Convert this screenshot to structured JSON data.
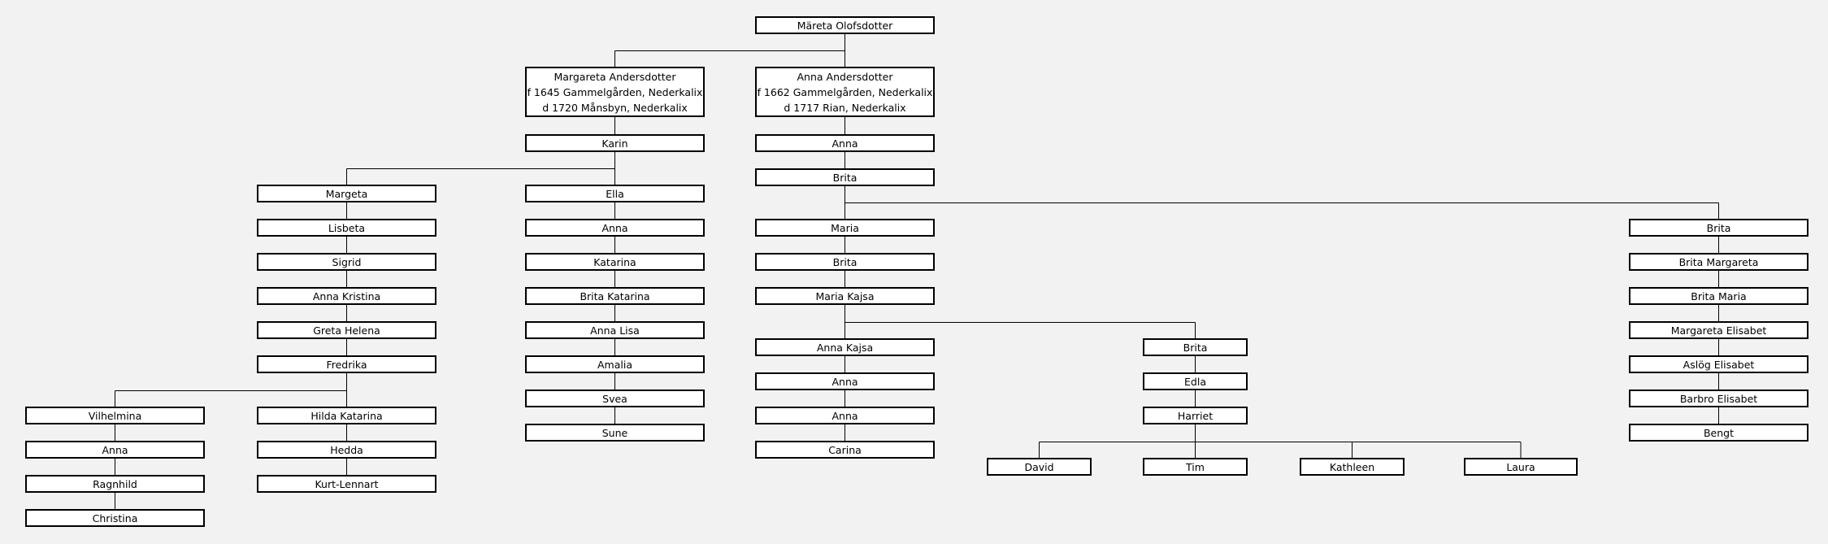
{
  "colors": {
    "background": "#f2f2f2",
    "box_fill": "#ffffff",
    "box_border": "#000000",
    "line": "#000000"
  },
  "people": {
    "mareta": {
      "lines": [
        "Märeta Olofsdotter"
      ]
    },
    "margaretaA": {
      "lines": [
        "Margareta Andersdotter",
        "f 1645 Gammelgården, Nederkalix",
        "d 1720 Månsbyn, Nederkalix"
      ]
    },
    "annaA": {
      "lines": [
        "Anna Andersdotter",
        "f 1662 Gammelgården, Nederkalix",
        "d 1717 Rian, Nederkalix"
      ]
    },
    "karin": {
      "lines": [
        "Karin"
      ]
    },
    "margeta": {
      "lines": [
        "Margeta"
      ]
    },
    "lisbeta": {
      "lines": [
        "Lisbeta"
      ]
    },
    "sigrid": {
      "lines": [
        "Sigrid"
      ]
    },
    "annaKristina": {
      "lines": [
        "Anna Kristina"
      ]
    },
    "gretaHelena": {
      "lines": [
        "Greta Helena"
      ]
    },
    "fredrika": {
      "lines": [
        "Fredrika"
      ]
    },
    "vilhelmina": {
      "lines": [
        "Vilhelmina"
      ]
    },
    "annaV": {
      "lines": [
        "Anna"
      ]
    },
    "ragnhild": {
      "lines": [
        "Ragnhild"
      ]
    },
    "christina": {
      "lines": [
        "Christina"
      ]
    },
    "hildaKatarina": {
      "lines": [
        "Hilda Katarina"
      ]
    },
    "hedda": {
      "lines": [
        "Hedda"
      ]
    },
    "kurtLennart": {
      "lines": [
        "Kurt-Lennart"
      ]
    },
    "ella": {
      "lines": [
        "Ella"
      ]
    },
    "annaE": {
      "lines": [
        "Anna"
      ]
    },
    "katarina": {
      "lines": [
        "Katarina"
      ]
    },
    "britaKatarina": {
      "lines": [
        "Brita Katarina"
      ]
    },
    "annaLisa": {
      "lines": [
        "Anna Lisa"
      ]
    },
    "amalia": {
      "lines": [
        "Amalia"
      ]
    },
    "svea": {
      "lines": [
        "Svea"
      ]
    },
    "sune": {
      "lines": [
        "Sune"
      ]
    },
    "annaR": {
      "lines": [
        "Anna"
      ]
    },
    "britaR": {
      "lines": [
        "Brita"
      ]
    },
    "maria": {
      "lines": [
        "Maria"
      ]
    },
    "britaM": {
      "lines": [
        "Brita"
      ]
    },
    "mariaKajsa": {
      "lines": [
        "Maria Kajsa"
      ]
    },
    "annaKajsa": {
      "lines": [
        "Anna Kajsa"
      ]
    },
    "annaK1": {
      "lines": [
        "Anna"
      ]
    },
    "annaK2": {
      "lines": [
        "Anna"
      ]
    },
    "carina": {
      "lines": [
        "Carina"
      ]
    },
    "britaMK": {
      "lines": [
        "Brita"
      ]
    },
    "edla": {
      "lines": [
        "Edla"
      ]
    },
    "harriet": {
      "lines": [
        "Harriet"
      ]
    },
    "david": {
      "lines": [
        "David"
      ]
    },
    "tim": {
      "lines": [
        "Tim"
      ]
    },
    "kathleen": {
      "lines": [
        "Kathleen"
      ]
    },
    "laura": {
      "lines": [
        "Laura"
      ]
    },
    "britaF": {
      "lines": [
        "Brita"
      ]
    },
    "britaMargareta": {
      "lines": [
        "Brita Margareta"
      ]
    },
    "britaMaria": {
      "lines": [
        "Brita Maria"
      ]
    },
    "margaretaElisabet": {
      "lines": [
        "Margareta Elisabet"
      ]
    },
    "aslogElisabet": {
      "lines": [
        "Aslög Elisabet"
      ]
    },
    "barbroElisabet": {
      "lines": [
        "Barbro Elisabet"
      ]
    },
    "bengt": {
      "lines": [
        "Bengt"
      ]
    }
  }
}
